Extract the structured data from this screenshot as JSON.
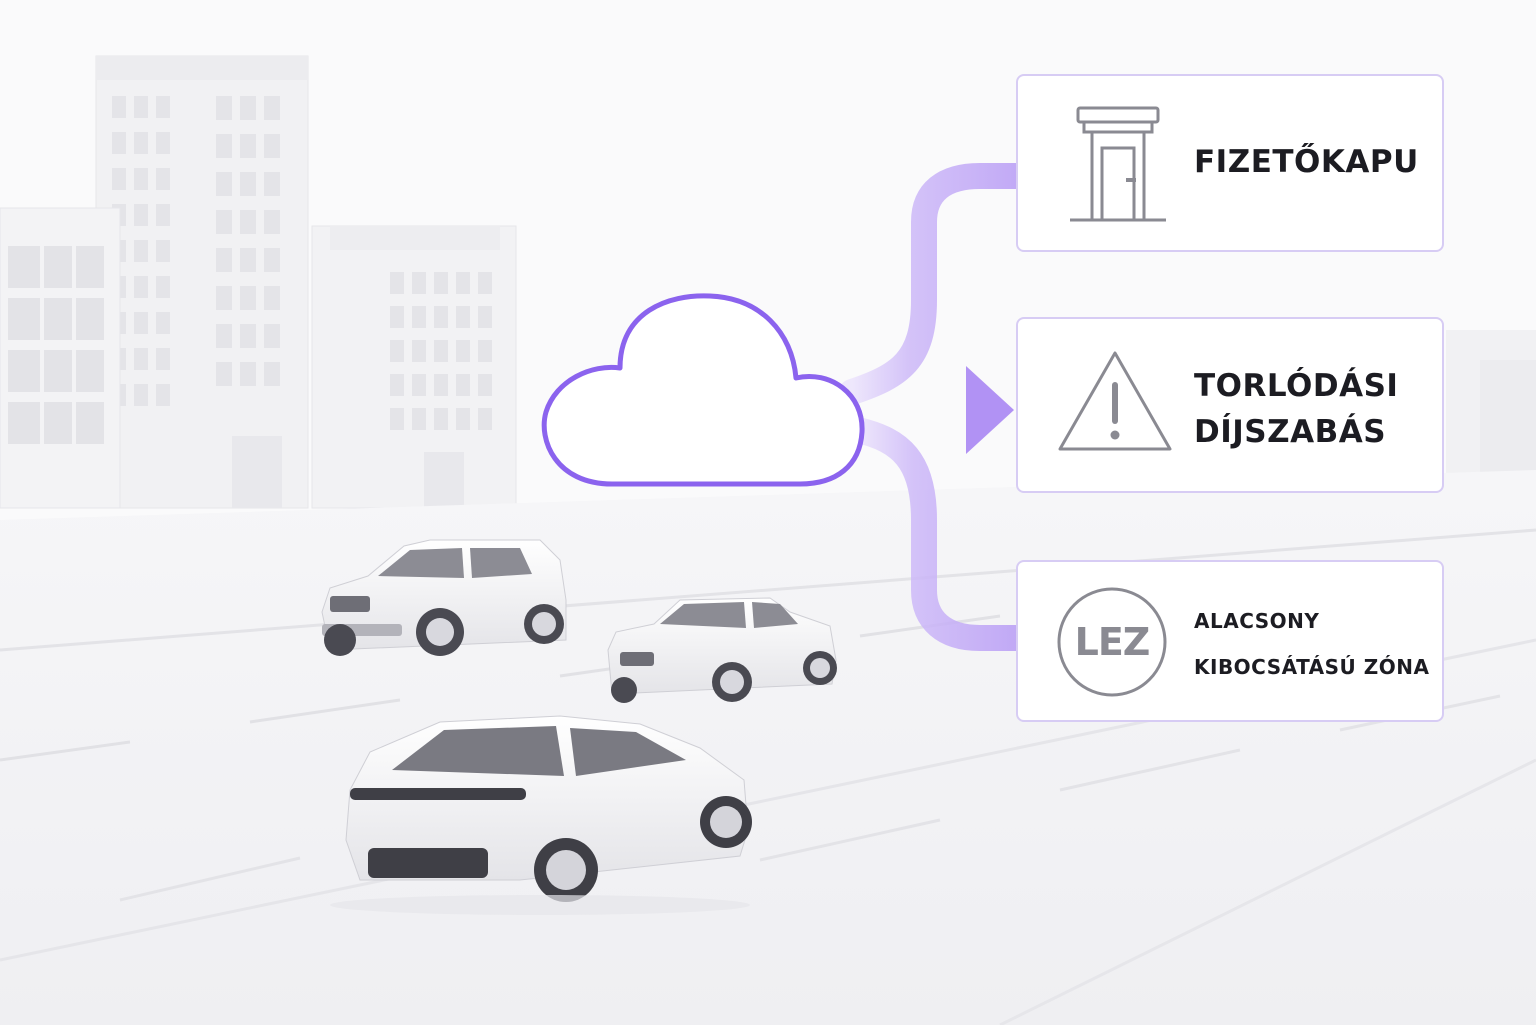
{
  "cards": {
    "tollgate": {
      "label": "FIZETŐKAPU",
      "icon": "tollbooth-icon"
    },
    "congestion": {
      "line1": "TORLÓDÁSI",
      "line2": "DÍJSZABÁS",
      "icon": "warning-triangle-icon"
    },
    "lez": {
      "badge": "LEZ",
      "line1": "ALACSONY",
      "line2": "KIBOCSÁTÁSÚ ZÓNA",
      "icon": "lez-circle-icon"
    }
  },
  "hub": {
    "icon": "cloud-icon"
  },
  "colors": {
    "accent": "#8b63ee",
    "accent_light": "#c9b6f7",
    "card_border": "#d7ccf4",
    "icon_gray": "#8a8a92",
    "text": "#1c1c22"
  }
}
